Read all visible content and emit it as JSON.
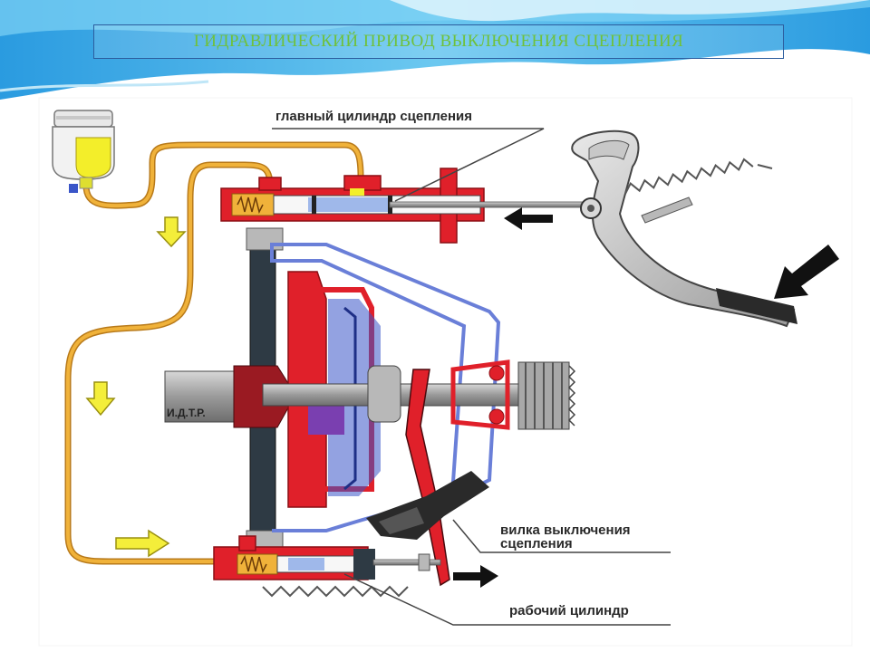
{
  "slide": {
    "title": "ГИДРАВЛИЧЕСКИЙ ПРИВОД ВЫКЛЮЧЕНИЯ СЦЕПЛЕНИЯ"
  },
  "labels": {
    "master_cylinder": "главный цилиндр сцепления",
    "release_fork_line1": "вилка выключения",
    "release_fork_line2": "сцепления",
    "slave_cylinder": "рабочий цилиндр",
    "watermark": "И.Д.Т.Р."
  },
  "colors": {
    "fluid_line": "#f0b23a",
    "fluid_line_dark": "#b87a1a",
    "housing_red": "#e0202a",
    "housing_blue": "#3a55c8",
    "pressure_plate_blue": "#8aa0e8",
    "shaft_gray": "#a8a8a8",
    "flywheel_dark": "#2e3a44",
    "reservoir_yellow": "#f3ee2a",
    "flow_arrow": "#f4ee3a",
    "motion_arrow": "#111111",
    "sky_blue": "#39aee8",
    "title_green": "#6fc13b"
  },
  "icons": {
    "flow_direction": "arrow-icon",
    "motion_direction": "arrow-icon"
  }
}
